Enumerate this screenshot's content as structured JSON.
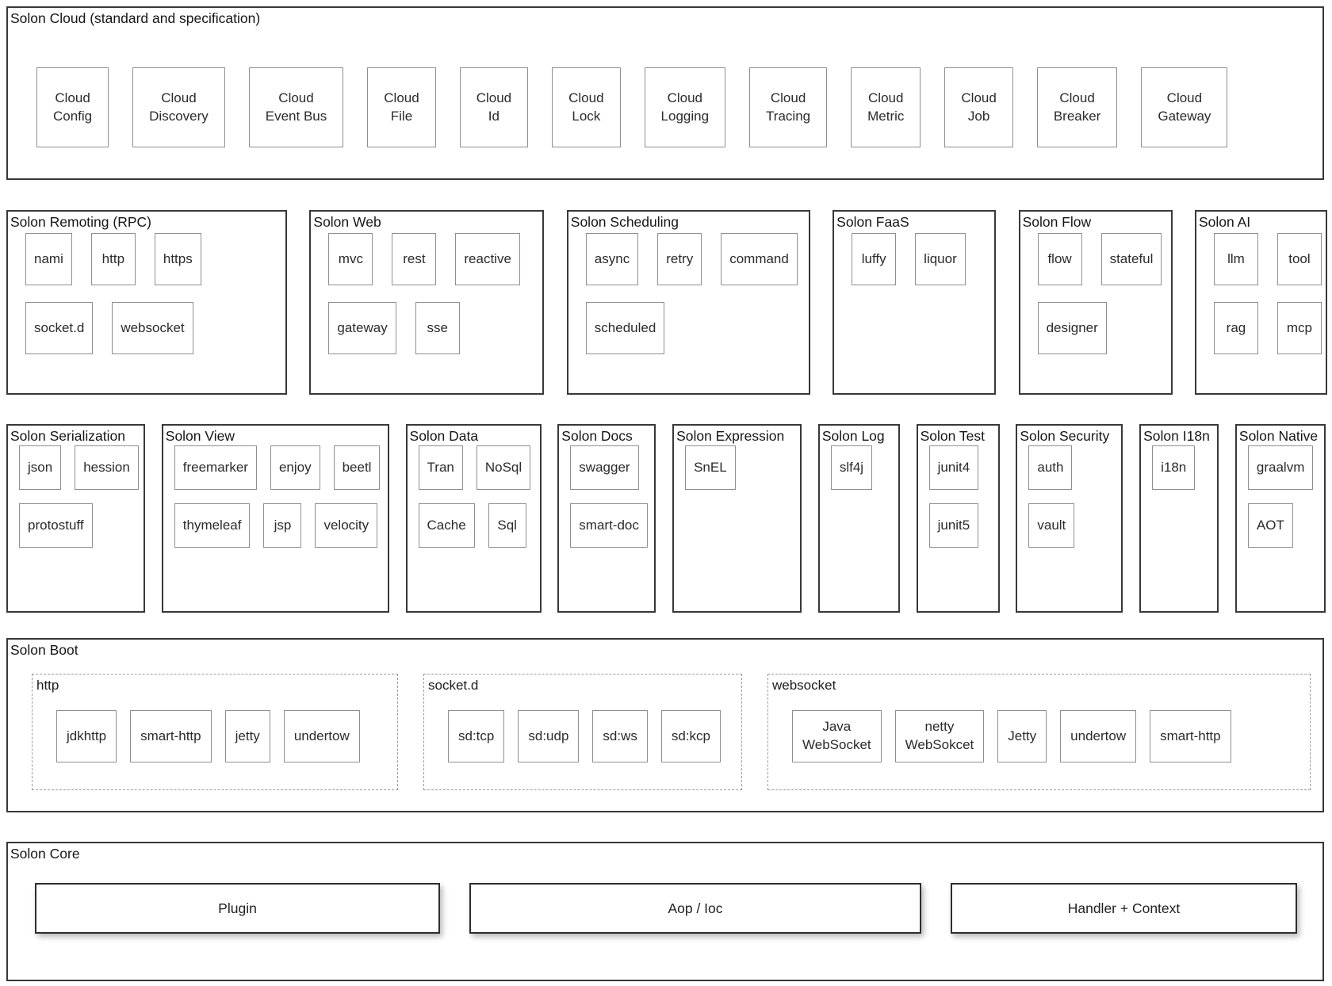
{
  "colors": {
    "background": "#ffffff",
    "section_border": "#383838",
    "box_border": "#8f8f8f",
    "dashed_border": "#9a9a9a",
    "text": "#1d1d1d"
  },
  "sections": {
    "cloud": {
      "title": "Solon Cloud (standard and specification)",
      "items": [
        "Cloud\nConfig",
        "Cloud\nDiscovery",
        "Cloud\nEvent Bus",
        "Cloud\nFile",
        "Cloud\nId",
        "Cloud\nLock",
        "Cloud\nLogging",
        "Cloud\nTracing",
        "Cloud\nMetric",
        "Cloud\nJob",
        "Cloud\nBreaker",
        "Cloud\nGateway"
      ]
    },
    "remoting": {
      "title": "Solon Remoting (RPC)",
      "row1": [
        "nami",
        "http",
        "https"
      ],
      "row2": [
        "socket.d",
        "websocket"
      ]
    },
    "web": {
      "title": "Solon Web",
      "row1": [
        "mvc",
        "rest",
        "reactive"
      ],
      "row2": [
        "gateway",
        "sse"
      ]
    },
    "scheduling": {
      "title": "Solon Scheduling",
      "row1": [
        "async",
        "retry",
        "command"
      ],
      "row2": [
        "scheduled"
      ]
    },
    "faas": {
      "title": "Solon FaaS",
      "row1": [
        "luffy",
        "liquor"
      ]
    },
    "flow": {
      "title": "Solon Flow",
      "row1": [
        "flow",
        "stateful"
      ],
      "row2": [
        "designer"
      ]
    },
    "ai": {
      "title": "Solon AI",
      "row1": [
        "llm",
        "tool"
      ],
      "row2": [
        "rag",
        "mcp"
      ]
    },
    "serialization": {
      "title": "Solon Serialization",
      "row1": [
        "json",
        "hession"
      ],
      "row2": [
        "protostuff"
      ]
    },
    "view": {
      "title": "Solon View",
      "row1": [
        "freemarker",
        "enjoy",
        "beetl"
      ],
      "row2": [
        "thymeleaf",
        "jsp",
        "velocity"
      ]
    },
    "data": {
      "title": "Solon Data",
      "row1": [
        "Tran",
        "NoSql"
      ],
      "row2": [
        "Cache",
        "Sql"
      ]
    },
    "docs": {
      "title": "Solon Docs",
      "row1": [
        "swagger"
      ],
      "row2": [
        "smart-doc"
      ]
    },
    "expression": {
      "title": "Solon Expression",
      "row1": [
        "SnEL"
      ]
    },
    "log": {
      "title": "Solon Log",
      "row1": [
        "slf4j"
      ]
    },
    "test": {
      "title": "Solon Test",
      "row1": [
        "junit4"
      ],
      "row2": [
        "junit5"
      ]
    },
    "security": {
      "title": "Solon Security",
      "row1": [
        "auth"
      ],
      "row2": [
        "vault"
      ]
    },
    "i18n": {
      "title": "Solon I18n",
      "row1": [
        "i18n"
      ]
    },
    "native": {
      "title": "Solon Native",
      "row1": [
        "graalvm"
      ],
      "row2": [
        "AOT"
      ]
    },
    "boot": {
      "title": "Solon Boot",
      "groups": [
        {
          "title": "http",
          "items": [
            "jdkhttp",
            "smart-http",
            "jetty",
            "undertow"
          ]
        },
        {
          "title": "socket.d",
          "items": [
            "sd:tcp",
            "sd:udp",
            "sd:ws",
            "sd:kcp"
          ]
        },
        {
          "title": "websocket",
          "items": [
            "Java\nWebSocket",
            "netty\nWebSokcet",
            "Jetty",
            "undertow",
            "smart-http"
          ]
        }
      ]
    },
    "core": {
      "title": "Solon Core",
      "items": [
        "Plugin",
        "Aop / Ioc",
        "Handler + Context"
      ]
    }
  }
}
